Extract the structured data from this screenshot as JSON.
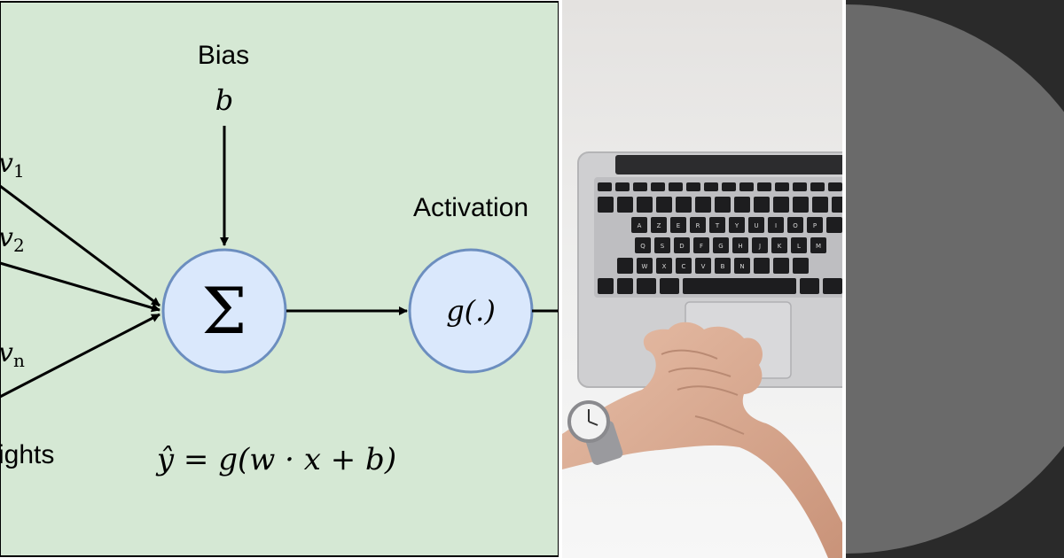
{
  "diagram": {
    "bias_label": "Bias",
    "bias_symbol": "b",
    "weight_w1": "v",
    "weight_w1_sub": "1",
    "weight_w2": "v",
    "weight_w2_sub": "2",
    "weight_wn": "v",
    "weight_wn_sub": "n",
    "weights_label": "ights",
    "activation_label": "Activation",
    "sum_symbol": "Σ",
    "activation_symbol": "g(.)",
    "formula": "ŷ = g(w · x + b)",
    "colors": {
      "background": "#d5e8d4",
      "node_fill": "#dae8fc",
      "node_stroke": "#6c8ebf",
      "line": "#000000"
    }
  },
  "photo": {
    "keyboard_row1": [
      "A",
      "Z",
      "E",
      "R",
      "T",
      "Y",
      "U",
      "I",
      "O",
      "P"
    ],
    "keyboard_row2": [
      "Q",
      "S",
      "D",
      "F",
      "G",
      "H",
      "J",
      "K",
      "L",
      "M"
    ],
    "keyboard_row3": [
      "W",
      "X",
      "C",
      "V",
      "B",
      "N"
    ]
  },
  "dark_panel": {
    "colors": {
      "background": "#2a2a2a",
      "circle": "#6a6a6a"
    }
  }
}
